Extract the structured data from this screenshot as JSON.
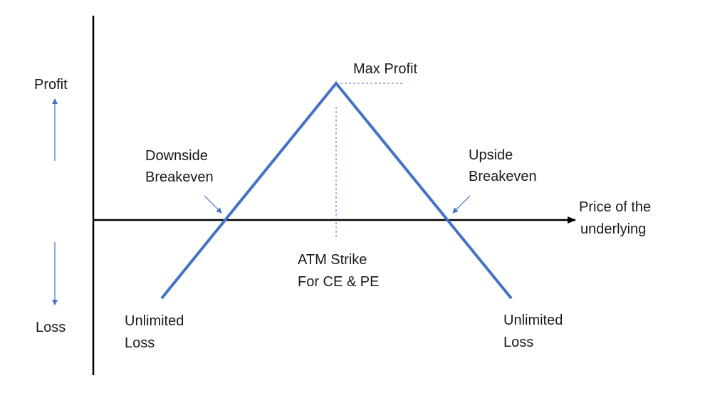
{
  "diagram": {
    "axis_labels": {
      "profit": "Profit",
      "loss": "Loss",
      "x_axis_line1": "Price of the",
      "x_axis_line2": "underlying"
    },
    "annotations": {
      "max_profit": "Max Profit",
      "downside_be_line1": "Downside",
      "downside_be_line2": "Breakeven",
      "upside_be_line1": "Upside",
      "upside_be_line2": "Breakeven",
      "atm_line1": "ATM Strike",
      "atm_line2": "For CE & PE",
      "left_loss_line1": "Unlimited",
      "left_loss_line2": "Loss",
      "right_loss_line1": "Unlimited",
      "right_loss_line2": "Loss"
    },
    "colors": {
      "payoff_line": "#4472C4",
      "axis": "#000000",
      "arrows": "#4472C4",
      "guides": "#4472C4"
    }
  }
}
